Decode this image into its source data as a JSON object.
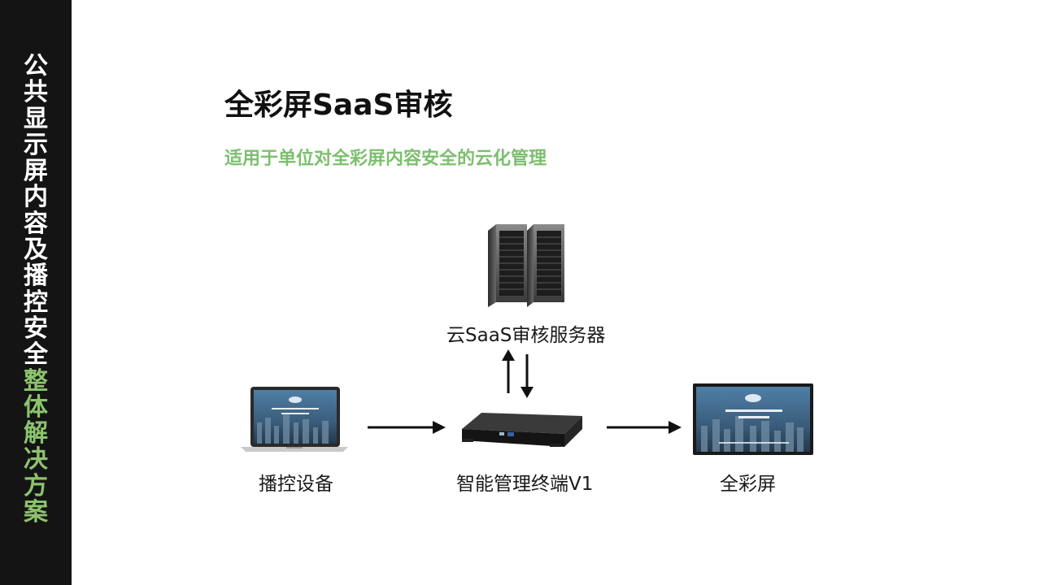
{
  "sidebar": {
    "title_white": [
      "公",
      "共",
      "显",
      "示",
      "屏",
      "内",
      "容",
      "及",
      "播",
      "控",
      "安",
      "全"
    ],
    "title_green": [
      "整",
      "体",
      "解",
      "决",
      "方",
      "案"
    ]
  },
  "header": {
    "title": "全彩屏SaaS审核",
    "subtitle": "适用于单位对全彩屏内容安全的云化管理"
  },
  "diagram": {
    "server": {
      "label": "云SaaS审核服务器",
      "icon": "server-rack-icon"
    },
    "laptop": {
      "label": "播控设备",
      "icon": "laptop-icon"
    },
    "terminal": {
      "label": "智能管理终端V1",
      "icon": "terminal-box-icon"
    },
    "screen": {
      "label": "全彩屏",
      "icon": "display-screen-icon"
    }
  },
  "colors": {
    "sidebar_bg": "#141414",
    "accent_green": "#8cc36d",
    "subtitle_green": "#7cbf6e"
  }
}
